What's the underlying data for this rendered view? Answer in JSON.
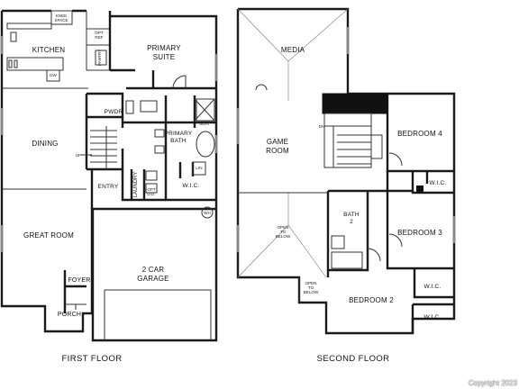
{
  "first_floor": {
    "title": "FIRST FLOOR",
    "rooms": {
      "kitchen": "KITCHEN",
      "primary_suite_1": "PRIMARY",
      "primary_suite_2": "SUITE",
      "dining": "DINING",
      "great_room": "GREAT ROOM",
      "pwdr": "PWDR",
      "primary_bath_1": "PRIMARY",
      "primary_bath_2": "BATH",
      "wic": "W.I.C.",
      "entry": "ENTRY",
      "laundry": "LAUNDRY",
      "garage_1": "2 CAR",
      "garage_2": "GARAGE",
      "foyer": "FOYER",
      "porch": "PORCH"
    },
    "notes": {
      "knee_space_1": "KNEE",
      "knee_space_2": "SPACE",
      "opt_ref_1": "OPT",
      "opt_ref_2": "REF",
      "pantry": "PANTRY",
      "dw": "DW",
      "seat": "SEAT",
      "lin": "LIN",
      "opt_dd_1": "OPT",
      "opt_dd_2": "D.D.",
      "wh": "WH",
      "up": "UP"
    }
  },
  "second_floor": {
    "title": "SECOND FLOOR",
    "rooms": {
      "media": "MEDIA",
      "game_room_1": "GAME",
      "game_room_2": "ROOM",
      "bedroom_4": "BEDROOM 4",
      "bedroom_3": "BEDROOM 3",
      "bedroom_2": "BEDROOM 2",
      "bath_2_1": "BATH",
      "bath_2_2": "2",
      "wic_b4": "W.I.C.",
      "wic_b3": "W.I.C.",
      "wic_b2": "W.I.C."
    },
    "notes": {
      "dn": "DN",
      "open_below_a_1": "OPEN",
      "open_below_a_2": "TO",
      "open_below_a_3": "BELOW",
      "open_below_b_1": "OPEN",
      "open_below_b_2": "TO",
      "open_below_b_3": "BELOW"
    }
  },
  "watermark": "Copyright 2023"
}
